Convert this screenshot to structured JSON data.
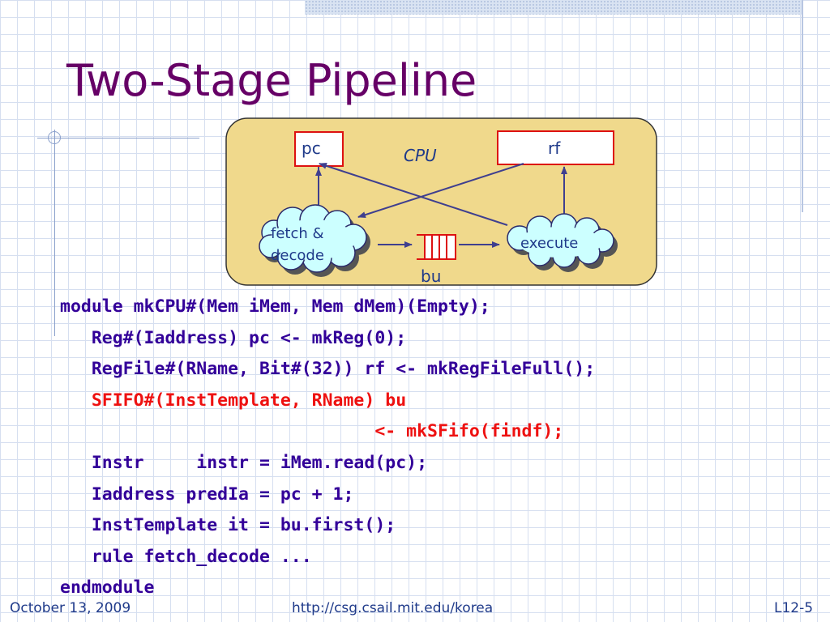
{
  "slide": {
    "title": "Two-Stage Pipeline"
  },
  "diagram": {
    "pc_label": "pc",
    "rf_label": "rf",
    "cpu_label": "CPU",
    "fetch_label_1": "fetch &",
    "fetch_label_2": "decode",
    "execute_label": "execute",
    "bu_label": "bu"
  },
  "code": {
    "lines": [
      {
        "segments": [
          {
            "text": "module mkCPU#(Mem iMem, Mem dMem)(Empty);",
            "color": "blue"
          }
        ]
      },
      {
        "segments": [
          {
            "text": "   Reg#(Iaddress) pc <- mkReg(0);",
            "color": "blue"
          }
        ]
      },
      {
        "segments": [
          {
            "text": "   RegFile#(RName, Bit#(32)) rf <- mkRegFileFull();",
            "color": "blue"
          }
        ]
      },
      {
        "segments": [
          {
            "text": "   SFIFO#(InstTemplate, RName) bu",
            "color": "red"
          }
        ]
      },
      {
        "segments": [
          {
            "text": "                              <- mkSFifo(findf);",
            "color": "red"
          }
        ]
      },
      {
        "segments": [
          {
            "text": "   Instr     instr = iMem.read(pc);",
            "color": "blue"
          }
        ]
      },
      {
        "segments": [
          {
            "text": "   Iaddress predIa = pc + 1;",
            "color": "blue"
          }
        ]
      },
      {
        "segments": [
          {
            "text": "   InstTemplate it = bu.first();",
            "color": "blue"
          }
        ]
      },
      {
        "segments": [
          {
            "text": "   rule fetch_decode ...",
            "color": "blue"
          }
        ]
      },
      {
        "segments": [
          {
            "text": "endmodule",
            "color": "blue"
          }
        ]
      }
    ]
  },
  "footer": {
    "date": "October 13, 2009",
    "url": "http://csg.csail.mit.edu/korea",
    "page": "L12-5"
  },
  "colors": {
    "title": "#660066",
    "code_blue": "#330099",
    "code_red": "#ee1111",
    "footer": "#1f3a8a",
    "cpu_fill": "#f0d98c",
    "box_border": "#dd1111",
    "cloud_fill": "#ccffff"
  }
}
